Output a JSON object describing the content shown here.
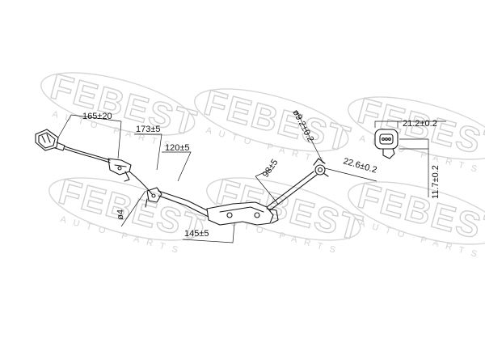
{
  "watermark": {
    "brand": "FEBEST",
    "sub": "AUTO PARTS"
  },
  "dimensions": {
    "d1": "165±20",
    "d2": "173±5",
    "d3": "120±5",
    "d4": "ø4",
    "d5": "145±5",
    "d6": "98±5",
    "d7": "ø9.2±0.2",
    "d8": "22.6±0.2",
    "d9": "21.2±0.2",
    "d10": "11.7±0.2"
  },
  "colors": {
    "line": "#1a1a1a",
    "watermark": "#d0d0d0",
    "background": "#ffffff"
  }
}
